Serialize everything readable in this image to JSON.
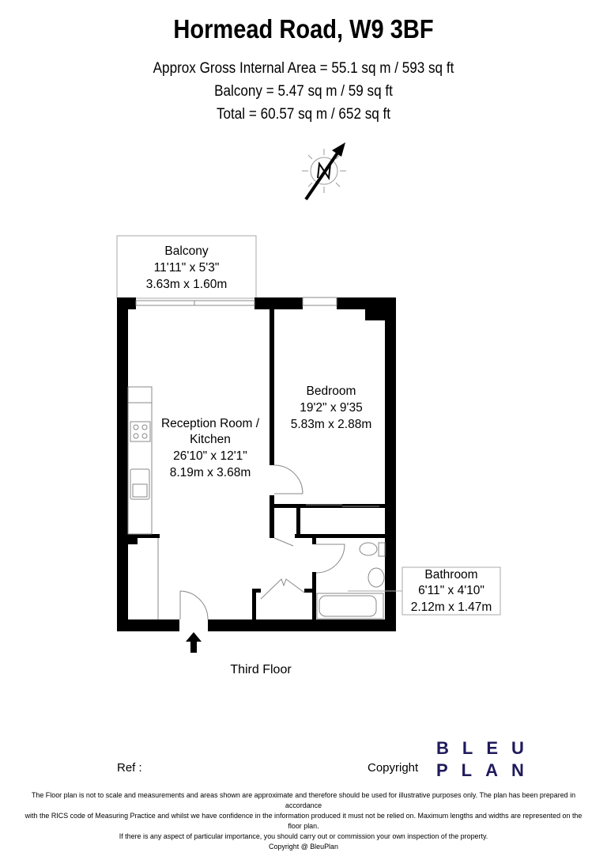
{
  "header": {
    "title": "Hormead Road,  W9 3BF",
    "areas": [
      "Approx Gross Internal Area = 55.1 sq m / 593 sq ft",
      "Balcony = 5.47 sq m / 59 sq ft",
      "Total = 60.57 sq m / 652 sq ft"
    ]
  },
  "compass": {
    "label": "N",
    "icon": "north-arrow-icon"
  },
  "rooms": {
    "balcony": {
      "name": "Balcony",
      "imperial": "11'11\" x 5'3\"",
      "metric": "3.63m x 1.60m"
    },
    "reception": {
      "name_line1": "Reception Room /",
      "name_line2": "Kitchen",
      "imperial": "26'10\" x 12'1\"",
      "metric": "8.19m x 3.68m"
    },
    "bedroom": {
      "name": "Bedroom",
      "imperial": "19'2\" x 9'35",
      "metric": "5.83m x 2.88m"
    },
    "bathroom": {
      "name": "Bathroom",
      "imperial": "6'11\" x 4'10\"",
      "metric": "2.12m x 1.47m"
    }
  },
  "floor_label": "Third Floor",
  "footer": {
    "ref_label": "Ref  :",
    "copyright_label": "Copyright",
    "logo_line1": "BLEU",
    "logo_line2": "PLAN",
    "logo_color": "#1f1a5c",
    "disclaimer": [
      "The Floor plan is not to scale and measurements and areas shown are approximate and therefore should be used for illustrative purposes only. The plan has been prepared in accordance",
      "with the RICS code of Measuring Practice and whilst we have confidence in the information produced it must not be relied on. Maximum lengths and widths are represented on the floor plan.",
      "If there is any aspect of particular importance, you should carry out or commission your own inspection of the property.",
      "Copyright @ BleuPlan"
    ]
  }
}
